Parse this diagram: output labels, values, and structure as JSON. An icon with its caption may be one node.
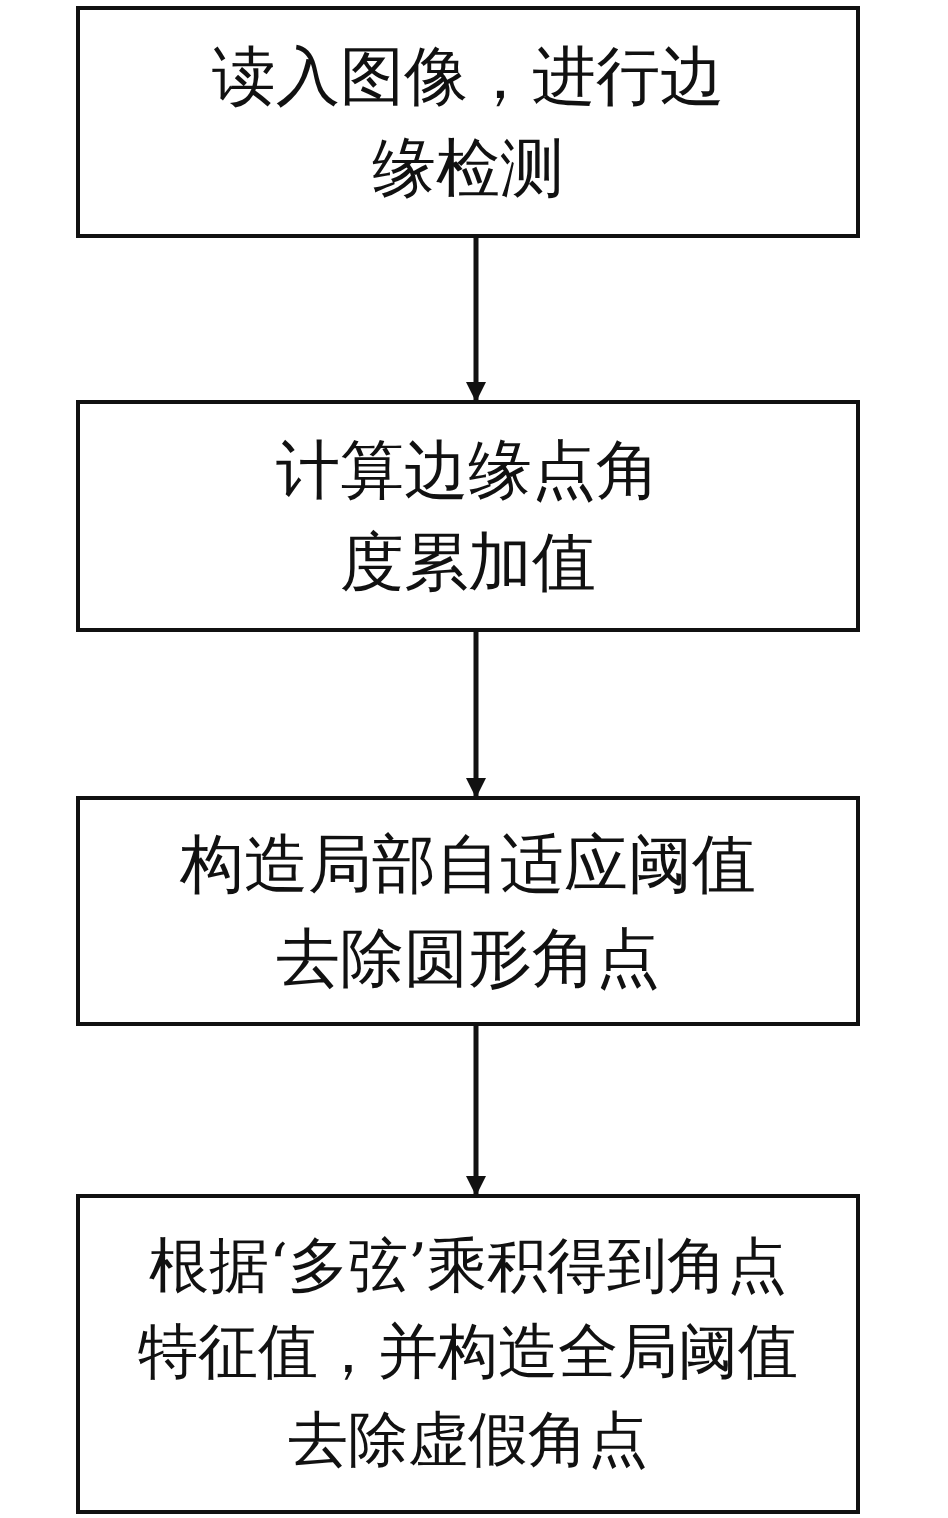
{
  "diagram": {
    "nodes": [
      {
        "text": [
          "读入图像，进行边缘检测"
        ]
      },
      {
        "text": [
          "计算边缘点角度累加值"
        ]
      },
      {
        "text": [
          "构造局部自适应阈值去除圆形角点"
        ]
      },
      {
        "text": [
          "根据‘多弦’乘积得到角点特征值，并构造全局阈值去除虚假角点"
        ]
      }
    ],
    "edges": [
      {
        "from": 0,
        "to": 1,
        "arrow": "to"
      },
      {
        "from": 1,
        "to": 2,
        "arrow": "to"
      },
      {
        "from": 2,
        "to": 3,
        "arrow": "to"
      }
    ]
  }
}
